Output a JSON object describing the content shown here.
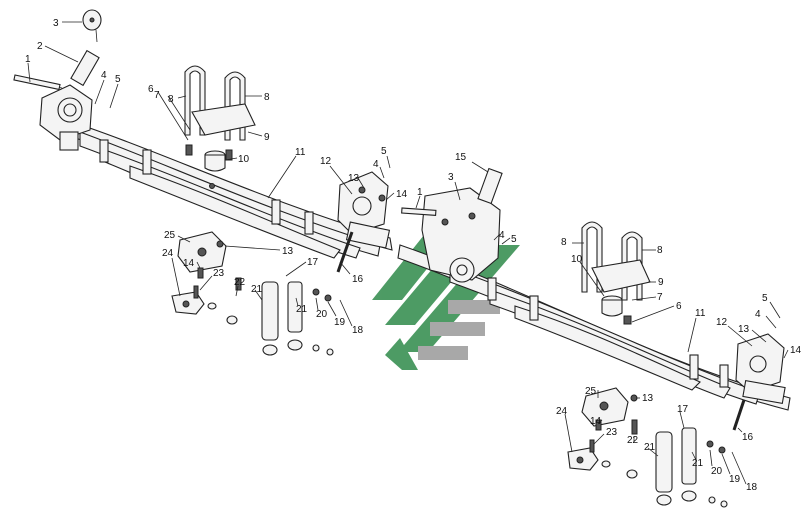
{
  "diagram": {
    "watermark_colors": {
      "green": "#2f8a4a",
      "gray": "#9a9a9a"
    },
    "callout_labels": {
      "c1a": "1",
      "c2": "2",
      "c3a": "3",
      "c4a": "4",
      "c5a": "5",
      "c6a": "6",
      "c7a": "7",
      "c8a": "8",
      "c8b": "8",
      "c9a": "9",
      "c10a": "10",
      "c11a": "11",
      "c12a": "12",
      "c13a": "13",
      "c4b": "4",
      "c5b": "5",
      "c14a": "14",
      "c13b": "13",
      "c25a": "25",
      "c14b": "14",
      "c17a": "17",
      "c16a": "16",
      "c24a": "24",
      "c23a": "23",
      "c22a": "22",
      "c21a": "21",
      "c21b": "21",
      "c20a": "20",
      "c19a": "19",
      "c18a": "18",
      "c15": "15",
      "c3b": "3",
      "c1b": "1",
      "c4c": "4",
      "c5c": "5",
      "c8c": "8",
      "c8d": "8",
      "c10b": "10",
      "c9b": "9",
      "c7b": "7",
      "c6b": "6",
      "c11b": "11",
      "c12b": "12",
      "c5d": "5",
      "c4d": "4",
      "c13c": "13",
      "c14c": "14",
      "c25b": "25",
      "c13d": "13",
      "c14d": "14",
      "c17b": "17",
      "c16b": "16",
      "c24b": "24",
      "c23b": "23",
      "c22b": "22",
      "c21c": "21",
      "c21d": "21",
      "c20b": "20",
      "c19b": "19",
      "c18b": "18"
    }
  }
}
